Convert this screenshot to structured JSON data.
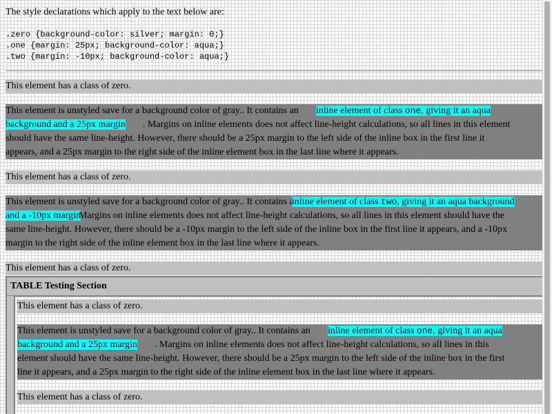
{
  "intro_text": "The style declarations which apply to the text below are:",
  "css_rules": [
    ".zero {background-color: silver; margin: 0;}",
    ".one {margin: 25px; background-color: aqua;}",
    ".two {margin: -10px; background-color: aqua;}"
  ],
  "zero_text": "This element has a class of zero.",
  "table_title": "TABLE Testing Section",
  "para_one": {
    "lines": [
      {
        "pre": "This element is unstyled save for a background color of gray.. It contains an",
        "inline": "inline element of class ",
        "code": "one",
        "inline_after": ", giving it an aqua"
      },
      {
        "inline": "background and a 25px margin",
        "post": ". Margins on inline elements does not affect line-height calculations, so all lines in this element"
      },
      {
        "text": "should have the same line-height. However, there should be a 25px margin to the left side of the inline box in the first line it"
      },
      {
        "text": "appears, and a 25px margin to the right side of the inline element box in the last line where it appears."
      }
    ]
  },
  "para_two": {
    "lines": [
      {
        "pre": "This element is unstyled save for a background color of gray.. It contains an",
        "inline": "inline element of class ",
        "code": "two",
        "inline_after": ", giving it an aqua background"
      },
      {
        "inline": "and a -10px margin",
        "post": ". Margins on inline elements does not affect line-height calculations, so all lines in this element should have the"
      },
      {
        "text": "same line-height. However, there should be a -10px margin to the left side of the inline box in the first line it appears, and a -10px"
      },
      {
        "text": "margin to the right side of the inline element box in the last line where it appears."
      }
    ]
  },
  "table_para_one": {
    "lines": [
      {
        "pre": "This element is unstyled save for a background color of gray.. It contains an",
        "inline": "inline element of class ",
        "code": "one",
        "inline_after": ", giving it an aqua"
      },
      {
        "inline": "background and a 25px margin",
        "post": ". Margins on inline elements does not affect line-height calculations, so all lines in this"
      },
      {
        "text": "element should have the same line-height. However, there should be a 25px margin to the left side of the inline box in the first"
      },
      {
        "text": "line it appears, and a 25px margin to the right side of the inline element box in the last line where it appears."
      }
    ]
  },
  "colors": {
    "zero": "#c0c0c0",
    "gray": "#808080",
    "aqua": "#00ffff"
  }
}
